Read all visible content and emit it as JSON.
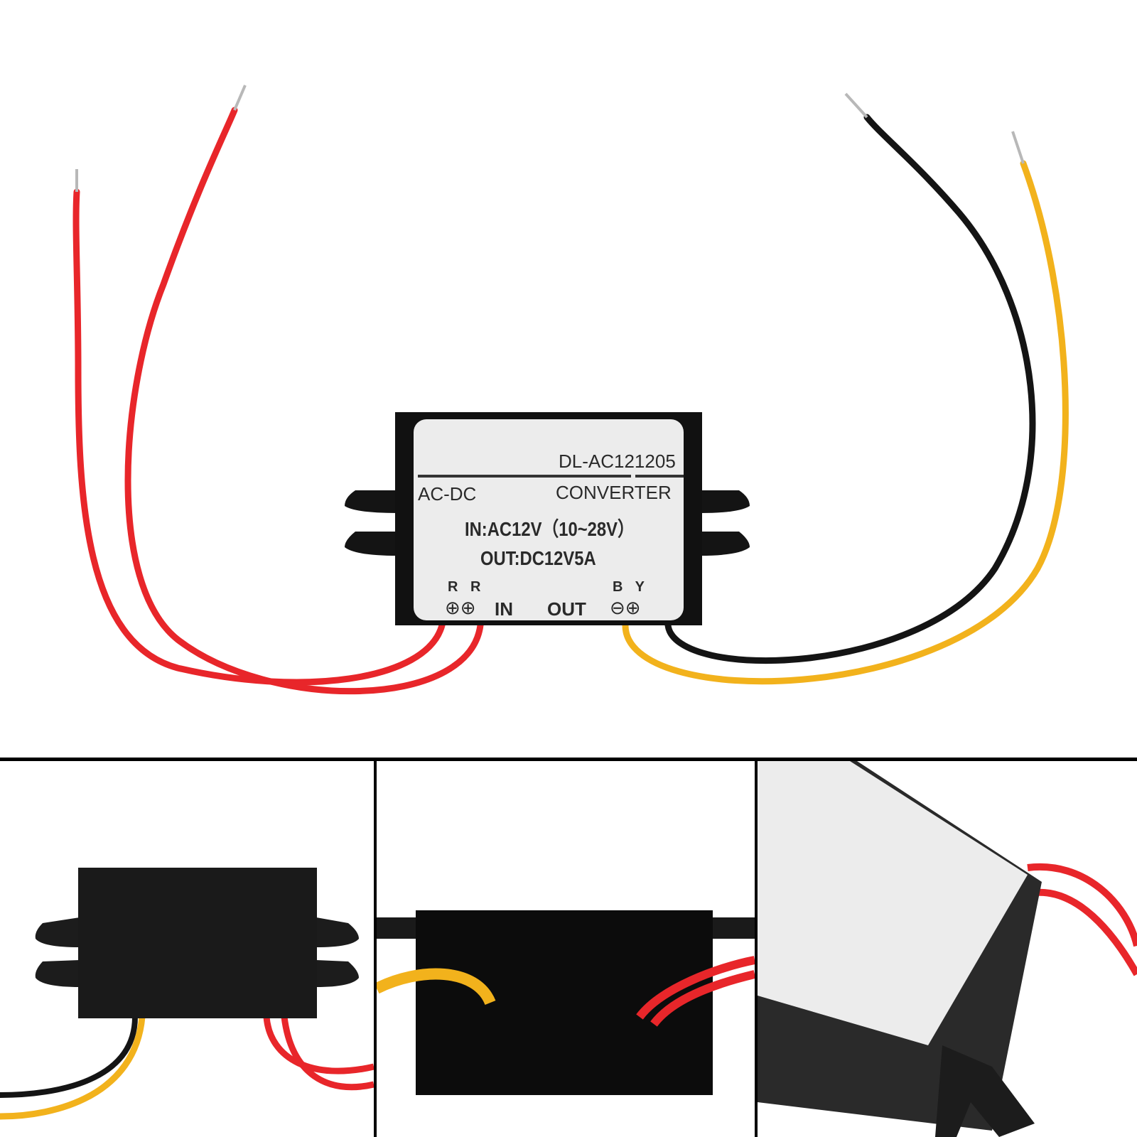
{
  "product": {
    "model": "DL-AC121205",
    "type_left": "AC-DC",
    "type_right": "CONVERTER",
    "input_spec": "IN:AC12V（10~28V）",
    "output_spec": "OUT:DC12V5A",
    "in_wire_colors": "R R",
    "in_label": "IN",
    "out_label": "OUT",
    "out_wire_colors": "B Y"
  },
  "colors": {
    "background": "#ffffff",
    "housing": "#111111",
    "label": "#ececec",
    "wire_red": "#e8262a",
    "wire_black": "#141414",
    "wire_yellow": "#f2b21c",
    "panel_border": "#000000"
  },
  "panels": [
    {
      "name": "rear-view"
    },
    {
      "name": "wire-exit-view"
    },
    {
      "name": "angled-label-view"
    }
  ]
}
